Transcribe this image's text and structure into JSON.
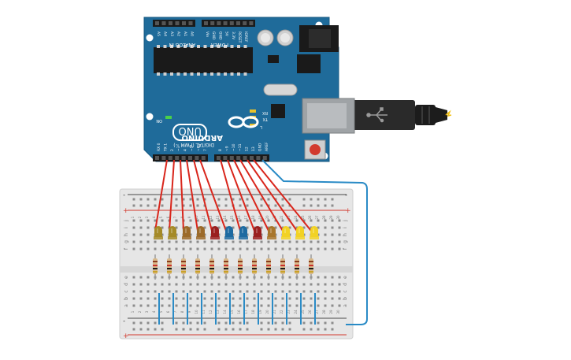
{
  "board": {
    "brand": "ARDUINO",
    "model": "UNO",
    "header_analog": "ANALOG IN",
    "header_power": "POWER",
    "header_digital": "DIGITAL (PWM ~)",
    "analog_pins": [
      "A5",
      "A4",
      "A3",
      "A2",
      "A1",
      "A0"
    ],
    "power_pins": [
      "Vin",
      "GND",
      "GND",
      "5V",
      "3.3V",
      "RESET",
      "IOREF"
    ],
    "digital_pins_low": [
      "RX 0",
      "TX 1",
      "2",
      "~3",
      "4",
      "~5",
      "~6",
      "7"
    ],
    "digital_pins_high": [
      "8",
      "~9",
      "~10",
      "~11",
      "12",
      "13",
      "GND",
      "AREF"
    ],
    "on_label": "ON",
    "l_label": "L",
    "tx_label": "TX",
    "rx_label": "RX"
  },
  "breadboard": {
    "row_letters_top": [
      "j",
      "i",
      "h",
      "g",
      "f"
    ],
    "row_letters_bottom": [
      "e",
      "d",
      "c",
      "b",
      "a"
    ],
    "column_numbers": [
      "1",
      "2",
      "3",
      "4",
      "5",
      "6",
      "7",
      "8",
      "9",
      "10",
      "11",
      "12",
      "13",
      "14",
      "15",
      "16",
      "17",
      "18",
      "19",
      "20",
      "21",
      "22",
      "23",
      "24",
      "25",
      "26",
      "27",
      "28",
      "29",
      "30"
    ],
    "rail_plus": "+",
    "rail_minus": "-"
  },
  "leds": [
    {
      "color": "#a58a27"
    },
    {
      "color": "#a58a27"
    },
    {
      "color": "#9b6a2a"
    },
    {
      "color": "#9b6a2a"
    },
    {
      "color": "#9a1f1f"
    },
    {
      "color": "#1d6aa1"
    },
    {
      "color": "#1d6aa1"
    },
    {
      "color": "#9a1f1f"
    },
    {
      "color": "#a8762b"
    },
    {
      "color": "#f2d224"
    },
    {
      "color": "#f2d224"
    },
    {
      "color": "#f2d224"
    }
  ],
  "colors": {
    "board": "#1f6b9a",
    "wire_signal": "#d9261c",
    "wire_ground": "#2a8bc6"
  }
}
